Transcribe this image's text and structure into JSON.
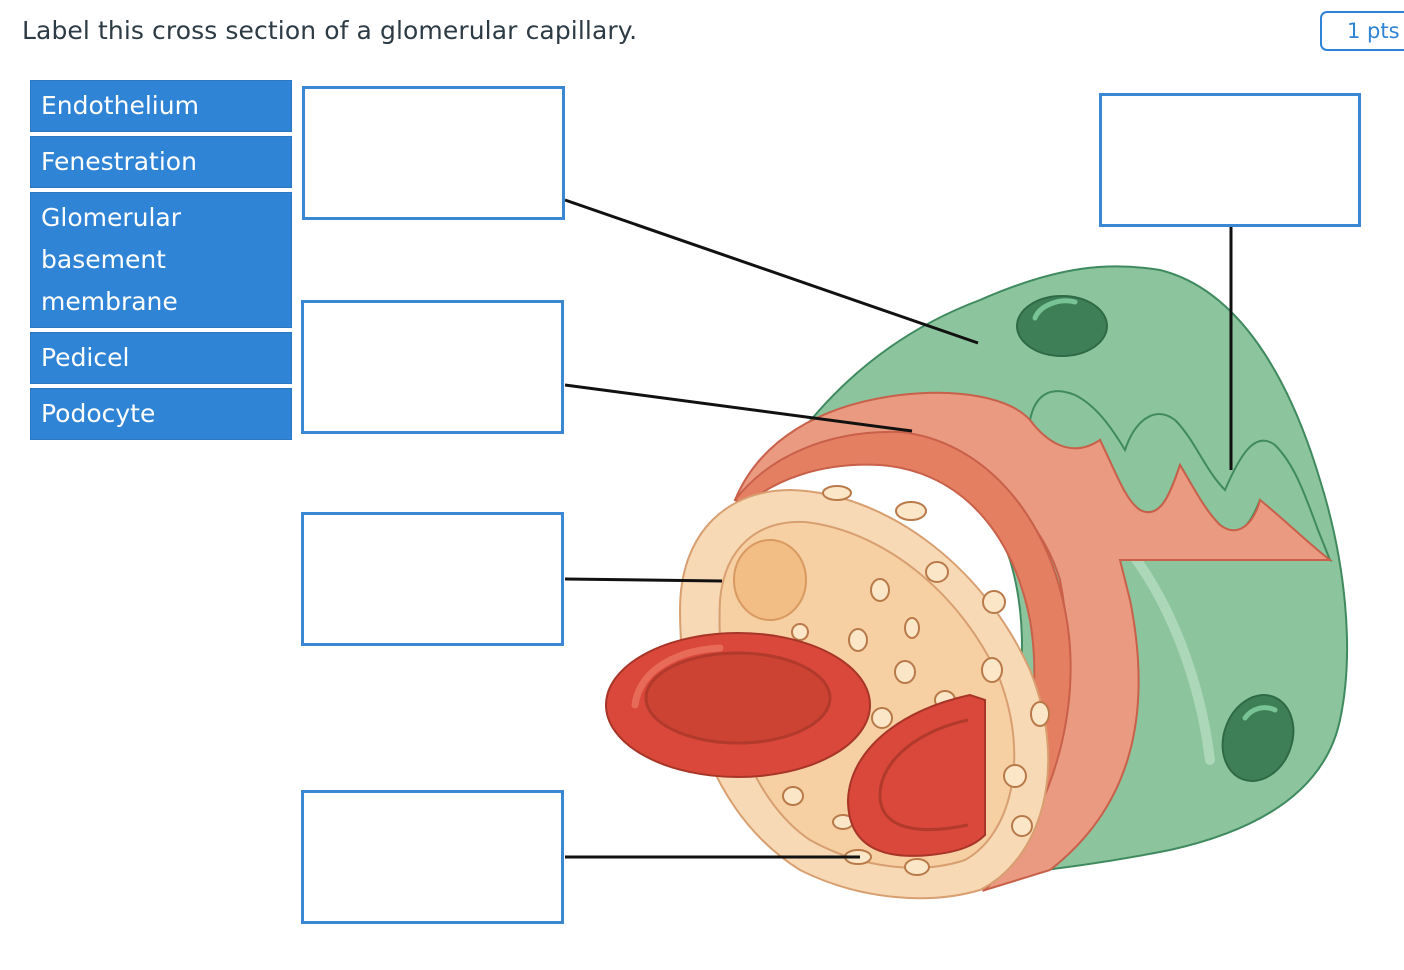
{
  "question": {
    "text": "Label this cross section of a glomerular capillary.",
    "points": "1 pts"
  },
  "label_bank": [
    {
      "id": "endothelium",
      "text": "Endothelium"
    },
    {
      "id": "fenestration",
      "text": "Fenestration"
    },
    {
      "id": "gbm",
      "text": "Glomerular basement membrane"
    },
    {
      "id": "pedicel",
      "text": "Pedicel"
    },
    {
      "id": "podocyte",
      "text": "Podocyte"
    }
  ],
  "drop_targets": [
    {
      "id": "target-1",
      "value": ""
    },
    {
      "id": "target-2",
      "value": ""
    },
    {
      "id": "target-3",
      "value": ""
    },
    {
      "id": "target-4",
      "value": ""
    },
    {
      "id": "target-5",
      "value": ""
    }
  ],
  "colors": {
    "accent": "#2f84d6",
    "podocyte_green": "#8cc49d",
    "basement_membrane": "#e99a80",
    "endothelium": "#f7d9b5",
    "red_blood_cell": "#d9483a",
    "nucleus": "#3f7f58"
  }
}
